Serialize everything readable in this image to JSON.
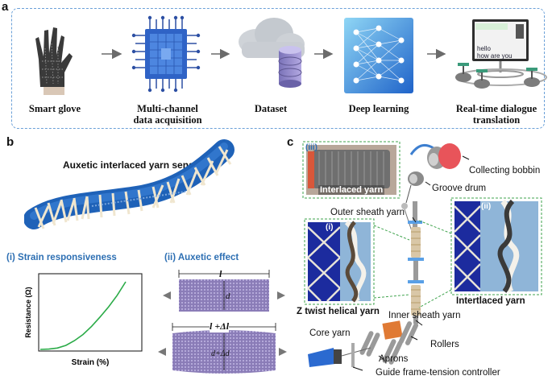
{
  "panel_a": {
    "letter": "a",
    "steps": [
      {
        "label1": "Smart glove",
        "label2": ""
      },
      {
        "label1": "Multi-channel",
        "label2": "data acquisition"
      },
      {
        "label1": "Dataset",
        "label2": ""
      },
      {
        "label1": "Deep learning",
        "label2": ""
      },
      {
        "label1": "Real-time dialogue",
        "label2": "translation"
      }
    ],
    "screen_text": {
      "line1": "hello",
      "line2": "how are you"
    }
  },
  "panel_b": {
    "letter": "b",
    "sensor_title": "Auxetic interlaced yarn sensor",
    "sub_i": "(i) Strain responsiveness",
    "sub_ii": "(ii) Auxetic effect",
    "plot": {
      "ylabel": "Resistance (Ω)",
      "xlabel": "Strain (%)"
    },
    "auxetic": {
      "top_len": "l",
      "top_d": "d",
      "bot_len": "l +Δl",
      "bot_d": "d+Δd"
    }
  },
  "chart_data": {
    "type": "line",
    "title": "",
    "xlabel": "Strain (%)",
    "ylabel": "Resistance (Ω)",
    "series": [
      {
        "x": [
          0,
          0.1,
          0.2,
          0.3,
          0.4,
          0.5,
          0.6,
          0.7,
          0.8,
          0.9,
          1.0
        ],
        "y": [
          0,
          0.005,
          0.02,
          0.06,
          0.13,
          0.22,
          0.34,
          0.48,
          0.63,
          0.8,
          1.0
        ]
      }
    ],
    "grid": false
  },
  "panel_c": {
    "letter": "c",
    "inset_iii": "(iii)",
    "inset_iii_caption": "Interlaced yarn",
    "inset_i": "(i)",
    "inset_ii": "(ii)",
    "labels": {
      "collecting_bobbin": "Collecting bobbin",
      "groove_drum": "Groove drum",
      "outer_sheath": "Outer sheath yarn",
      "intertlaced": "Intertlaced yarn",
      "z_twist": "Z twist helical yarn",
      "inner_sheath": "Inner sheath yarn",
      "core_yarn": "Core yarn",
      "rollers": "Rollers",
      "aprons": "Aprons",
      "guide_frame": "Guide frame-tension controller"
    }
  }
}
